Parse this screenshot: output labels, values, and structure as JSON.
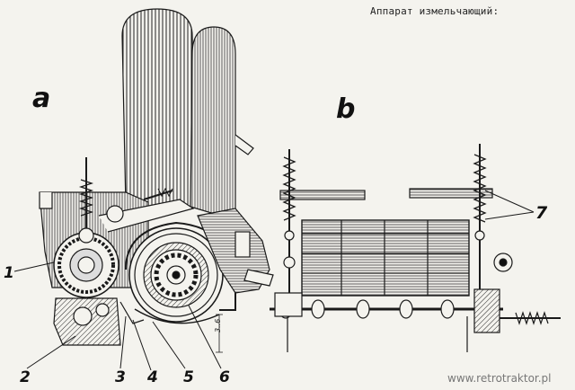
{
  "title": "Аппарат измельчающий:",
  "panels": {
    "a": "a",
    "b": "b"
  },
  "callouts": [
    "1",
    "2",
    "3",
    "4",
    "5",
    "6",
    "7"
  ],
  "dimension_label": "3..6",
  "watermark": "www.retrotraktor.pl",
  "colors": {
    "ink": "#1a1a1a",
    "paper": "#f4f3ee"
  }
}
